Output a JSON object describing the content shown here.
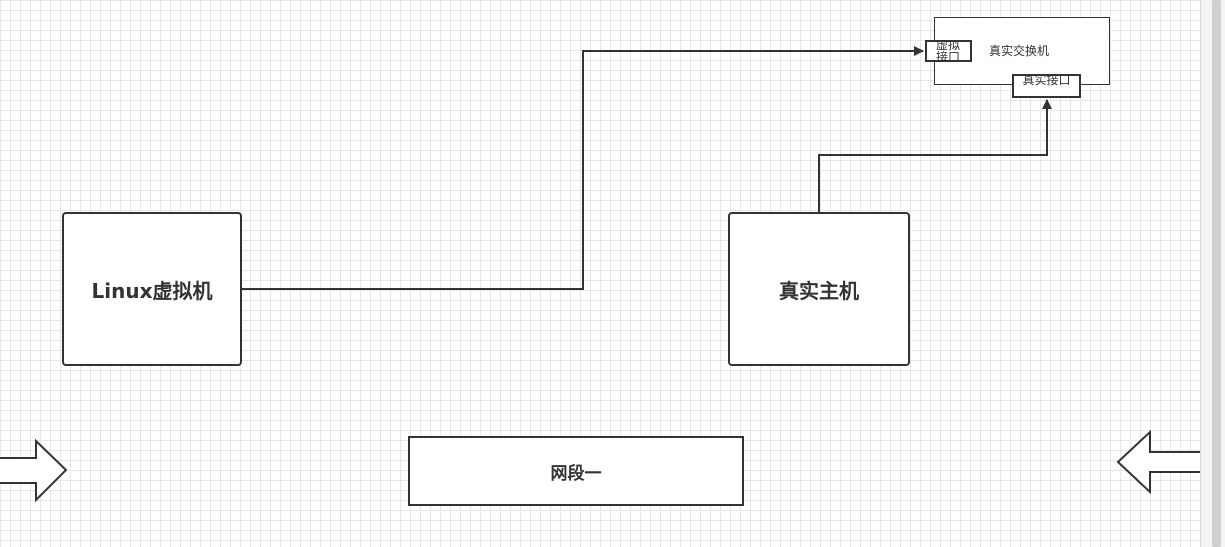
{
  "diagram": {
    "nodes": {
      "linux_vm": "Linux虚拟机",
      "real_host": "真实主机",
      "segment": "网段一",
      "real_switch": "真实交换机",
      "virtual_iface": "虚拟接口",
      "real_iface": "真实接口"
    },
    "edges": [
      {
        "from": "linux_vm",
        "to": "virtual_iface",
        "arrow": true
      },
      {
        "from": "real_host",
        "to": "real_iface",
        "arrow": true
      }
    ],
    "colors": {
      "stroke": "#333333",
      "grid": "#e6e6e6",
      "background": "#ffffff"
    },
    "icons": [
      "arrow-right-icon",
      "arrow-left-icon"
    ]
  }
}
